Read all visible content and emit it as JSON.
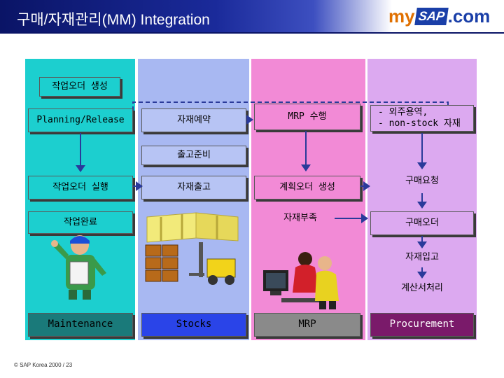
{
  "header": {
    "title": "구매/자재관리(MM) Integration",
    "logo": {
      "my": "my",
      "sap": "SAP",
      "com": ".com"
    }
  },
  "columns": {
    "maintenance": {
      "label": "Maintenance",
      "steps": [
        "작업오더 생성",
        "Planning/Release",
        "작업오더 실행",
        "작업완료"
      ]
    },
    "stocks": {
      "label": "Stocks",
      "steps": [
        "자재예약",
        "출고준비",
        "자재출고"
      ]
    },
    "mrp": {
      "label": "MRP",
      "steps": [
        "MRP 수행",
        "계획오더 생성",
        "자재부족"
      ]
    },
    "procurement": {
      "label": "Procurement",
      "steps": [
        "- 외주용역,",
        "- non-stock 자재",
        "구매요청",
        "구매오더",
        "자재입고",
        "계산서처리"
      ]
    }
  },
  "colors": {
    "maintenance": "#1ccfcf",
    "stocks": "#a8b8f2",
    "mrp": "#f28ad6",
    "procurement": "#dca9f0",
    "arrow": "#2a3a9a",
    "title_bar": "#0a1466"
  },
  "footer": {
    "text": "© SAP Korea 2000 / 23"
  }
}
